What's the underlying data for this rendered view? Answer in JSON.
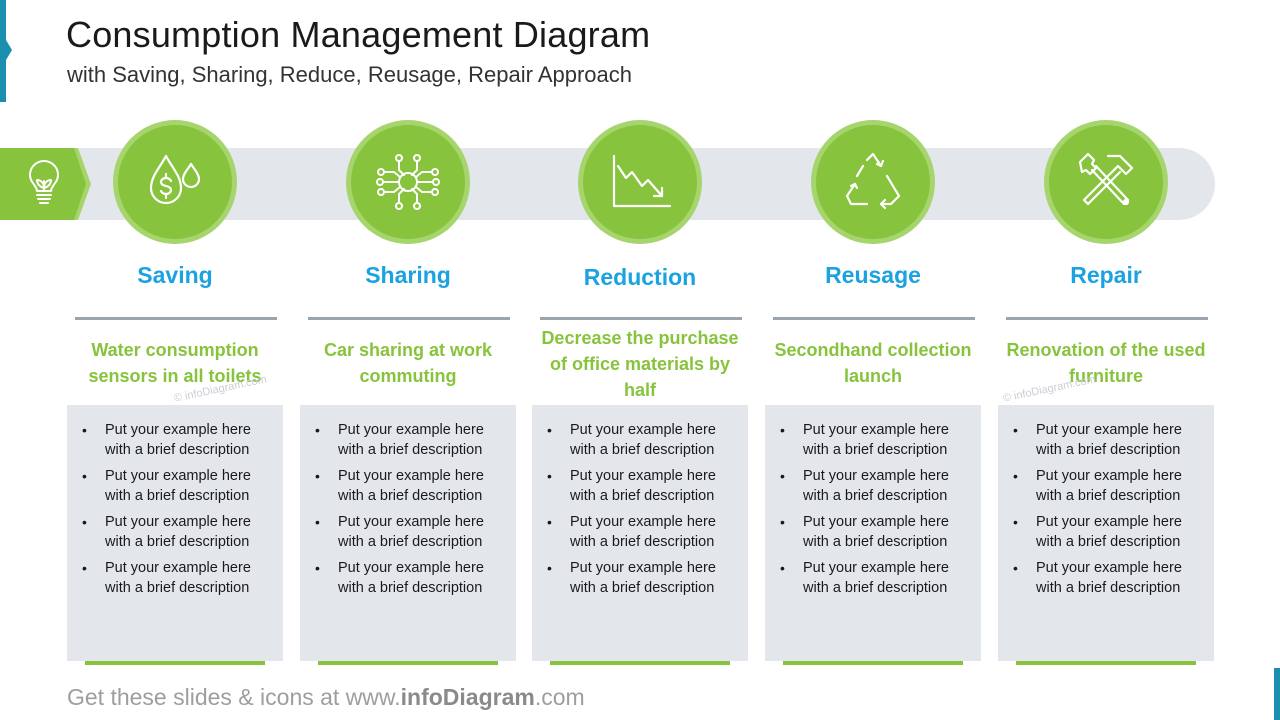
{
  "header": {
    "title": "Consumption Management Diagram",
    "subtitle": "with Saving, Sharing, Reduce, Reusage, Repair Approach"
  },
  "colors": {
    "accent_green": "#87c33c",
    "light_green": "#a6d56e",
    "title_blue": "#1aa3e0",
    "track_gray": "#e3e7ec",
    "edge_blue": "#1a8fb0"
  },
  "start_icon": "lightbulb-leaf-icon",
  "columns": [
    {
      "icon": "water-drops-dollar-icon",
      "title": "Saving",
      "heading": "Water consumption sensors in all toilets",
      "bullets": [
        "Put your example here with a brief description",
        "Put your example here with a brief description",
        "Put your example here with a brief description",
        "Put your example here with a brief description"
      ]
    },
    {
      "icon": "network-nodes-icon",
      "title": "Sharing",
      "heading": "Car sharing at work commuting",
      "bullets": [
        "Put your example here with a brief description",
        "Put your example here with a brief description",
        "Put your example here with a brief description",
        "Put your example here with a brief description"
      ]
    },
    {
      "icon": "declining-chart-icon",
      "title": "Reduction",
      "heading": "Decrease the purchase of office materials by half",
      "bullets": [
        "Put your example here with a brief description",
        "Put your example here with a brief description",
        "Put your example here with a brief description",
        "Put your example here with a brief description"
      ]
    },
    {
      "icon": "recycle-icon",
      "title": "Reusage",
      "heading": "Secondhand collection launch",
      "bullets": [
        "Put your example here with a brief description",
        "Put your example here with a brief description",
        "Put your example here with a brief description",
        "Put your example here with a brief description"
      ]
    },
    {
      "icon": "tools-wrench-hammer-icon",
      "title": "Repair",
      "heading": "Renovation of the used furniture",
      "bullets": [
        "Put your example here with a brief description",
        "Put your example here with a brief description",
        "Put your example here with a brief description",
        "Put your example here with a brief description"
      ]
    }
  ],
  "watermark_text": "© infoDiagram.com",
  "footer": {
    "prefix": "Get these slides & icons at www.",
    "brand": "infoDiagram",
    "suffix": ".com"
  }
}
